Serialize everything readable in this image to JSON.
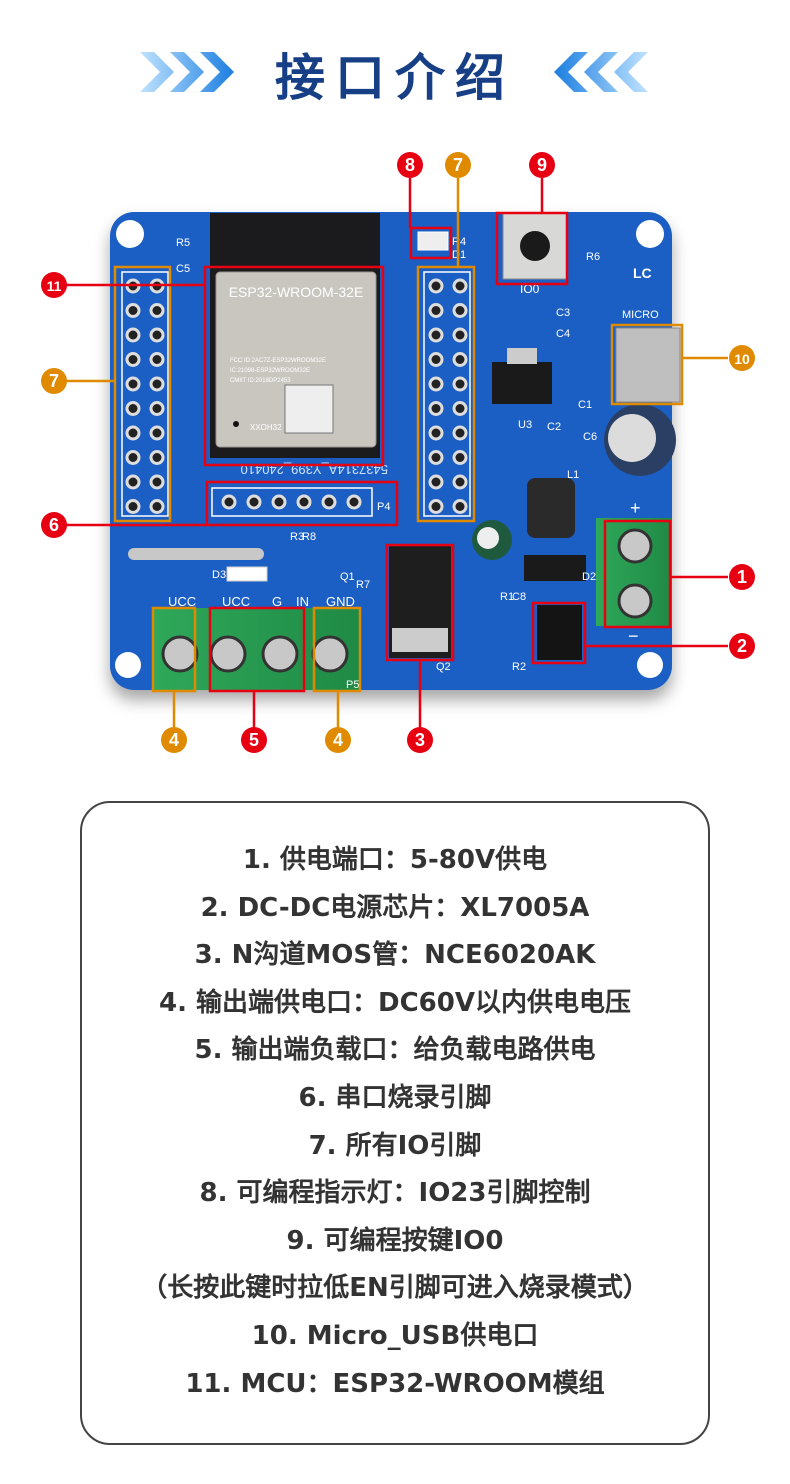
{
  "header": {
    "title": "接口介绍"
  },
  "colors": {
    "red": "#e60012",
    "orange": "#e08a00",
    "pcb": "#1d5fc4",
    "title": "#163f86"
  },
  "board": {
    "module_name": "ESP32-WROOM-32E",
    "module_fcc": "FCC ID:2AC7Z-ESP32WROOM32E",
    "module_ic": "IC:21098-ESP32WROOM32E",
    "module_cmiit": "CMIIT ID:2018DP2453",
    "module_code": "XXOH32",
    "serial": "5437314A_Y399_240410",
    "silk": {
      "r5": "R5",
      "c5": "C5",
      "r4": "R4",
      "d1": "D1",
      "io0": "IO0",
      "r6": "R6",
      "c3": "C3",
      "c4": "C4",
      "lc": "LC",
      "micro": "MICRO",
      "c1": "C1",
      "u3": "U3",
      "c2": "C2",
      "c6": "C6",
      "l1": "L1",
      "p4": "P4",
      "r3": "R3",
      "r8": "R8",
      "q1": "Q1",
      "r7": "R7",
      "d3": "D3",
      "d2": "D2",
      "r1": "R1",
      "c8": "C8",
      "r2": "R2",
      "q2": "Q2",
      "p5": "P5",
      "plus": "+",
      "minus": "−",
      "ucc1": "UCC",
      "ucc2": "UCC",
      "g": "G",
      "in": "IN",
      "gnd": "GND"
    }
  },
  "callouts": [
    "1",
    "2",
    "3",
    "4",
    "5",
    "6",
    "7",
    "8",
    "9",
    "10",
    "11"
  ],
  "description": [
    "1. 供电端口：5-80V供电",
    "2. DC-DC电源芯片：XL7005A",
    "3. N沟道MOS管：NCE6020AK",
    "4. 输出端供电口：DC60V以内供电电压",
    "5. 输出端负载口：给负载电路供电",
    "6. 串口烧录引脚",
    "7. 所有IO引脚",
    "8. 可编程指示灯：IO23引脚控制",
    "9. 可编程按键IO0",
    "（长按此键时拉低EN引脚可进入烧录模式）",
    "10. Micro_USB供电口",
    "11. MCU：ESP32-WROOM模组"
  ]
}
